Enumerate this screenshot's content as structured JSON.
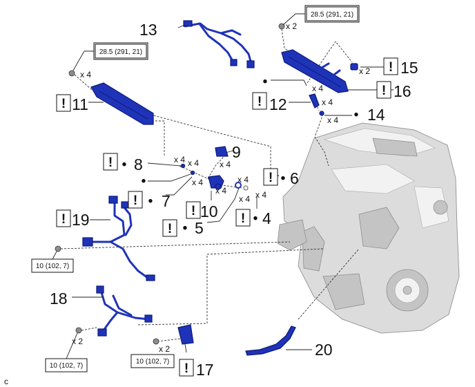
{
  "parts": {
    "p4": "4",
    "p5": "5",
    "p6": "6",
    "p7": "7",
    "p8": "8",
    "p9": "9",
    "p10": "10",
    "p11": "11",
    "p12": "12",
    "p13": "13",
    "p14": "14",
    "p15": "15",
    "p16": "16",
    "p17": "17",
    "p18": "18",
    "p19": "19",
    "p20": "20"
  },
  "quantities": {
    "x2": "x 2",
    "x4": "x 4"
  },
  "torques": {
    "t_top_right": "28.5 (291, 21)",
    "t_top_left": "28.5 (291, 21)",
    "t_left": "10 (102, 7)",
    "t_bottom_left": "10 (102, 7)",
    "t_bottom_mid": "10 (102, 7)"
  },
  "symbols": {
    "replace": "!",
    "apply": "•"
  },
  "corner": "c",
  "colors": {
    "part": "#1f33b8",
    "engine": "#dcdcdc"
  }
}
